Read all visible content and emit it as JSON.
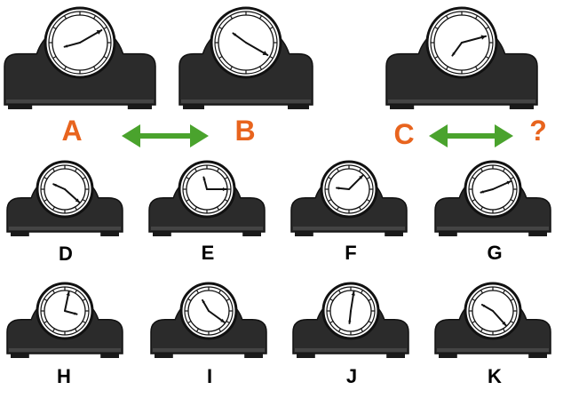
{
  "colors": {
    "accent_orange": "#e8641e",
    "arrow_green": "#4aa32d",
    "clock_body": "#2b2b2b"
  },
  "question": {
    "labels": {
      "a": "A",
      "b": "B",
      "c": "C",
      "unknown": "?"
    },
    "clocks": [
      {
        "id": "A",
        "hour": 8.5,
        "minute": 10
      },
      {
        "id": "B",
        "hour": 10.2,
        "minute": 20
      },
      {
        "id": "C",
        "hour": 7.2,
        "minute": 12.5
      }
    ]
  },
  "options": [
    {
      "id": "D",
      "label": "D",
      "hour": 9.8,
      "minute": 22
    },
    {
      "id": "E",
      "hour": 11.5,
      "minute": 15,
      "label": "E"
    },
    {
      "id": "F",
      "label": "F",
      "hour": 9.2,
      "minute": 7.5
    },
    {
      "id": "G",
      "label": "G",
      "hour": 8.5,
      "minute": 11
    },
    {
      "id": "H",
      "label": "H",
      "hour": 3.5,
      "minute": 2
    },
    {
      "id": "I",
      "label": "I",
      "hour": 11,
      "minute": 21
    },
    {
      "id": "J",
      "label": "J",
      "hour": 6.2,
      "minute": 1.5
    },
    {
      "id": "K",
      "label": "K",
      "hour": 10,
      "minute": 23
    }
  ]
}
